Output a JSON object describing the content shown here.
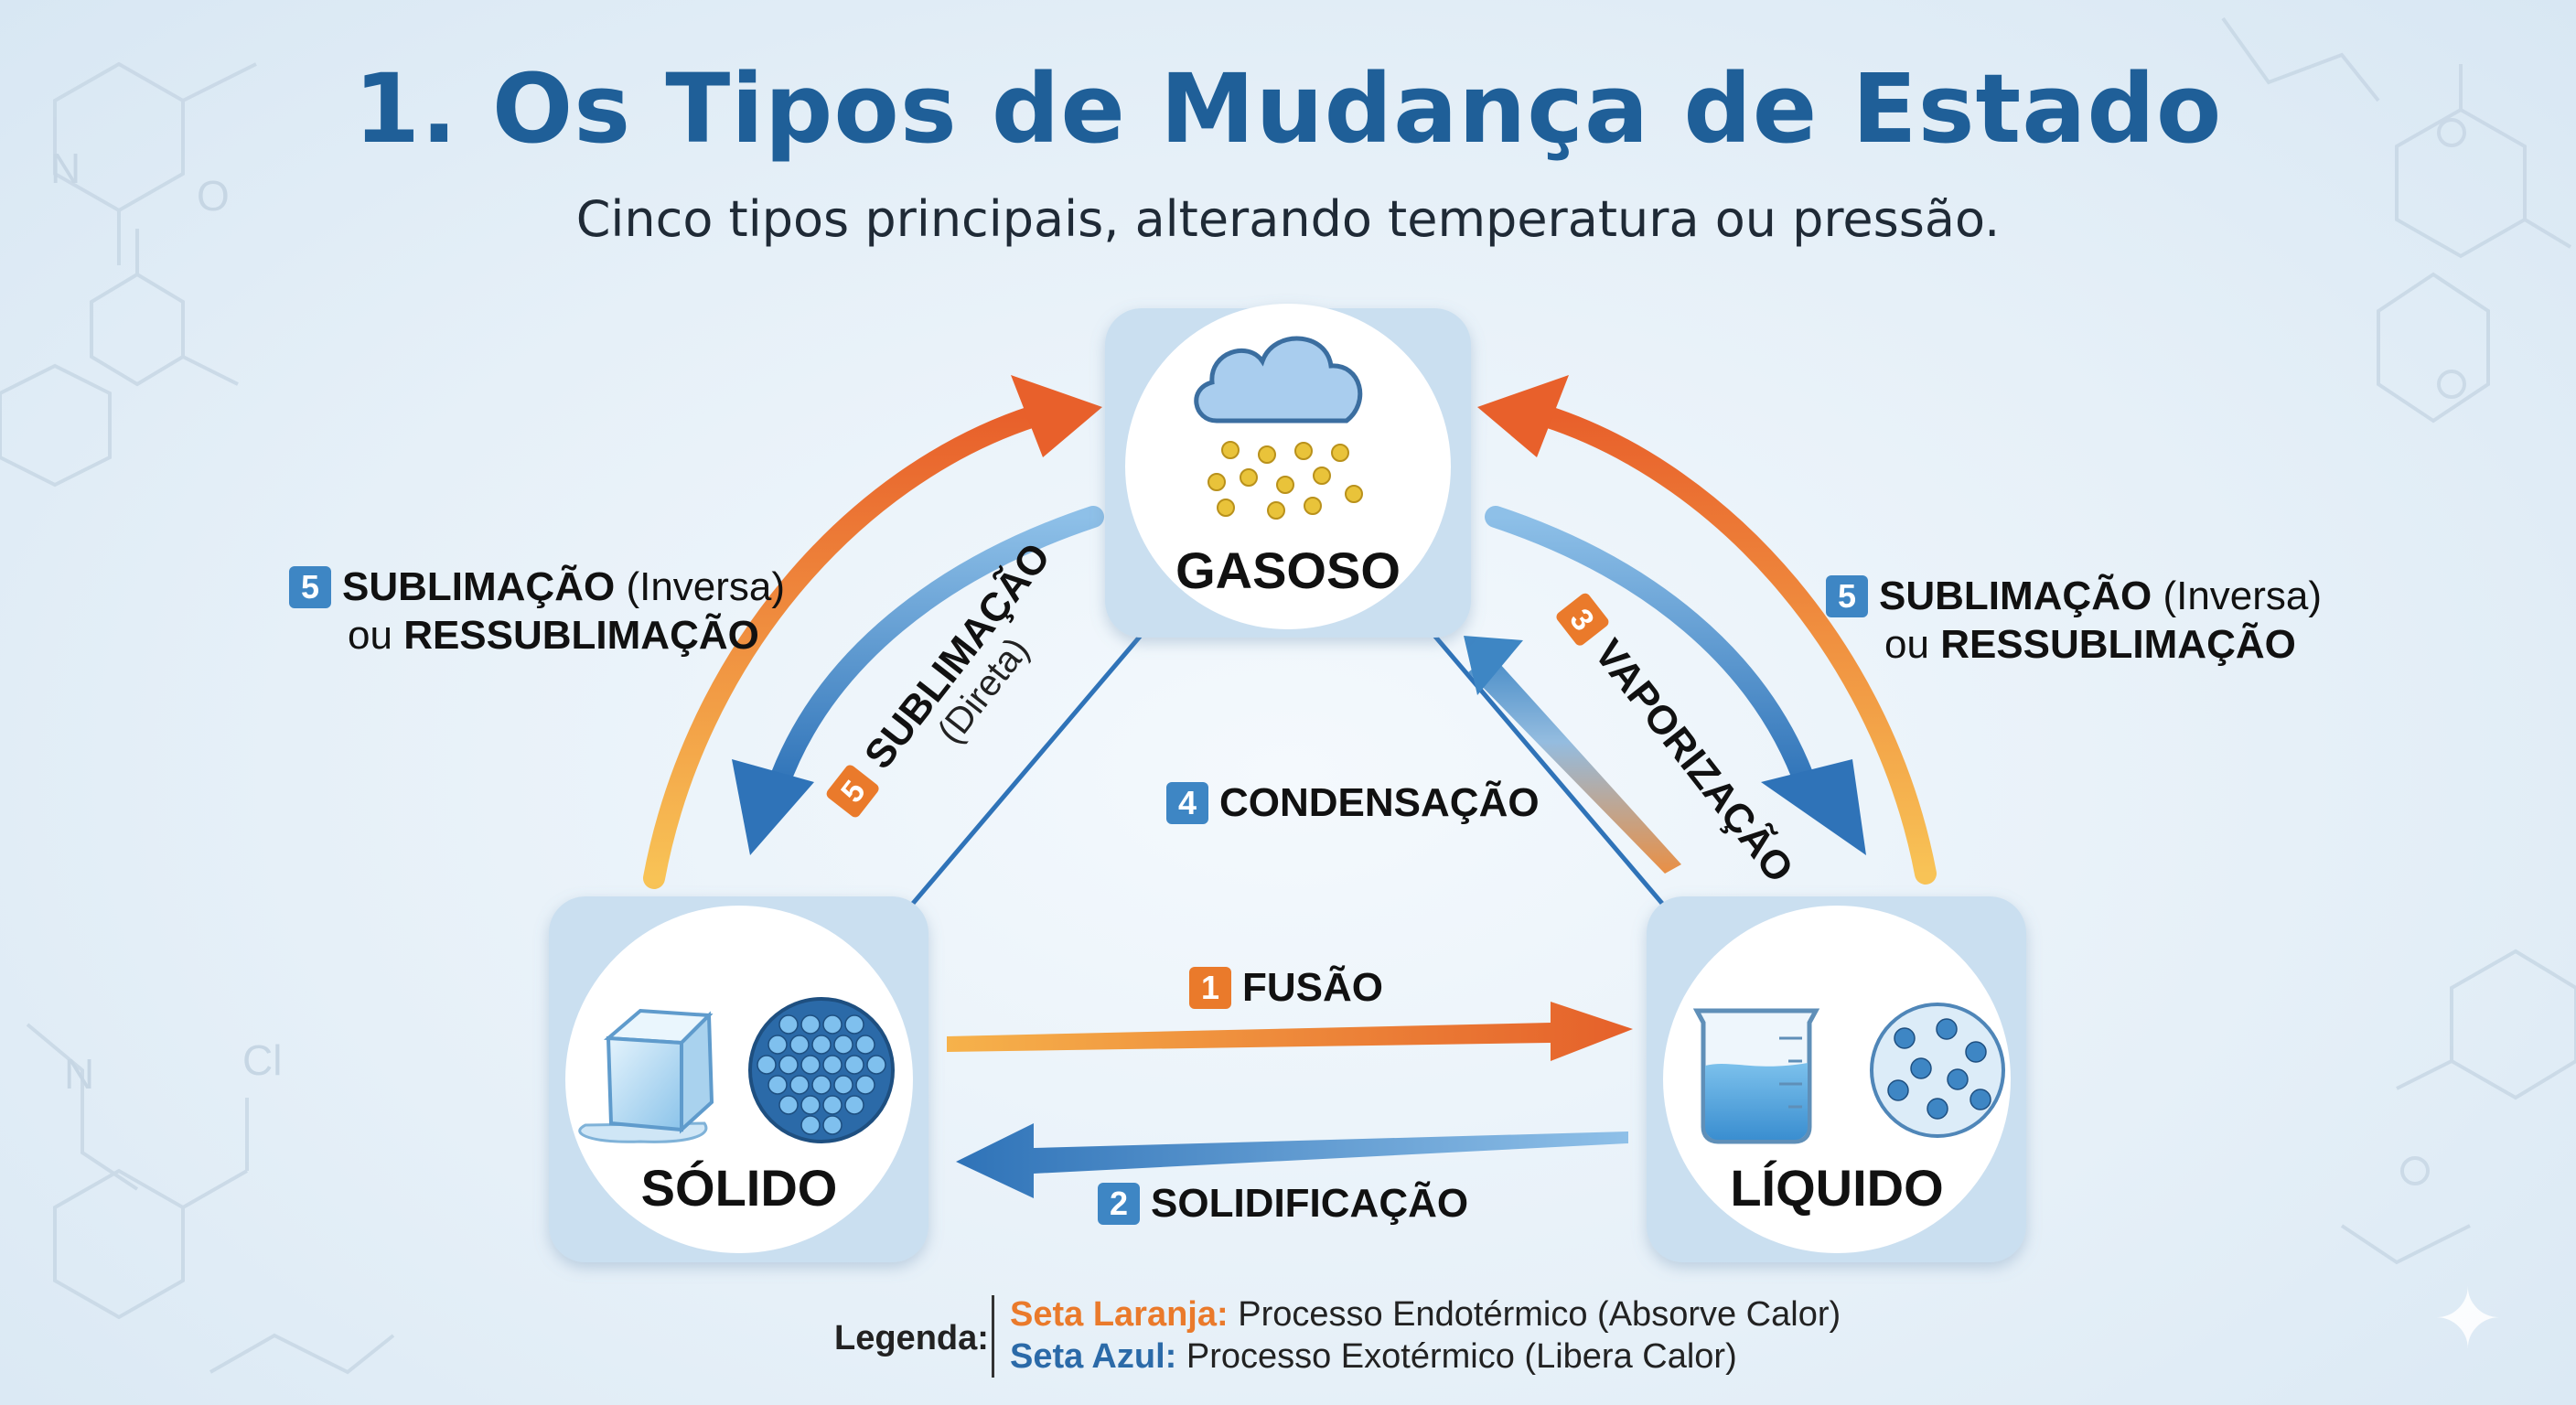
{
  "title": "1. Os Tipos de Mudança de Estado",
  "subtitle": "Cinco tipos principais, alterando temperatura ou pressão.",
  "states": {
    "gas": "GASOSO",
    "solid": "SÓLIDO",
    "liquid": "LÍQUIDO"
  },
  "processes": {
    "fusion": {
      "num": "1",
      "name": "FUSÃO"
    },
    "solidification": {
      "num": "2",
      "name": "SOLIDIFICAÇÃO"
    },
    "vaporization": {
      "num": "3",
      "name": "VAPORIZAÇÃO"
    },
    "condensation": {
      "num": "4",
      "name": "CONDENSAÇÃO"
    },
    "sublimation_direct": {
      "num": "5",
      "name": "SUBLIMAÇÃO",
      "qualifier": "(Direta)"
    },
    "sublimation_inverse_left": {
      "num": "5",
      "name": "SUBLIMAÇÃO",
      "qualifier": "(Inversa)",
      "or": "ou",
      "alt": "RESSUBLIMAÇÃO"
    },
    "sublimation_inverse_right": {
      "num": "5",
      "name": "SUBLIMAÇÃO",
      "qualifier": "(Inversa)",
      "or": "ou",
      "alt": "RESSUBLIMAÇÃO"
    }
  },
  "legend": {
    "label": "Legenda:",
    "orange_key": "Seta Laranja:",
    "orange_text": "Processo Endotérmico (Absorve Calor)",
    "blue_key": "Seta Azul:",
    "blue_text": "Processo Exotérmico (Libera Calor)"
  },
  "colors": {
    "title": "#1f5f98",
    "orange_arrow": "#ea7a2b",
    "blue_arrow": "#3e86c4",
    "panel": "#cadff0"
  },
  "icons": [
    "cloud-icon",
    "ice-cube-icon",
    "solid-particles-icon",
    "beaker-icon",
    "liquid-particles-icon"
  ]
}
